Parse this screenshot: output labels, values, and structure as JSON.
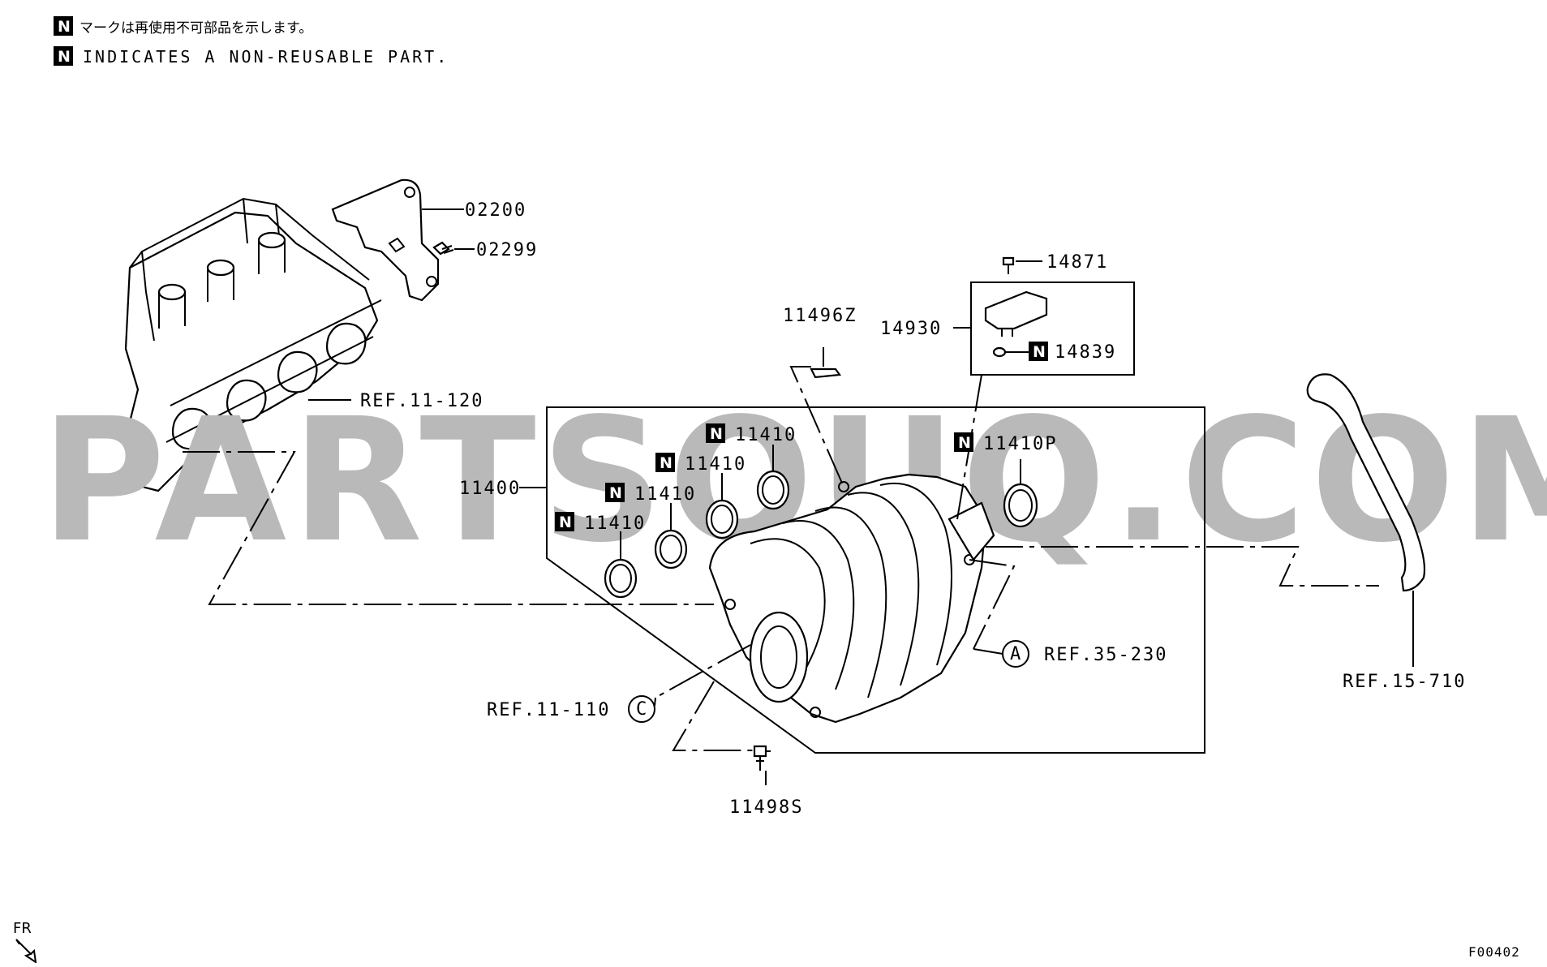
{
  "header": {
    "badge": "N",
    "note_jp": "マークは再使用不可部品を示します。",
    "note_en": "INDICATES A NON-REUSABLE PART."
  },
  "watermark": "PARTSOUQ.COM",
  "labels": {
    "p02200": "02200",
    "p02299": "02299",
    "p14871": "14871",
    "p14930": "14930",
    "p14839": "14839",
    "p11496z": "11496Z",
    "p11400": "11400",
    "p11410": "11410",
    "p11410p": "11410P",
    "p11498s": "11498S",
    "ref11120": "REF.11-120",
    "ref35230": "REF.35-230",
    "ref11110": "REF.11-110",
    "ref15710": "REF.15-710",
    "circ_a": "A",
    "circ_c": "C",
    "fr": "FR",
    "figure_id": "F00402"
  },
  "colors": {
    "line": "#000000",
    "watermark": "#b9b9b9",
    "badge_bg": "#000000",
    "badge_fg": "#ffffff"
  },
  "icons": [
    "front-direction-arrow-icon"
  ]
}
